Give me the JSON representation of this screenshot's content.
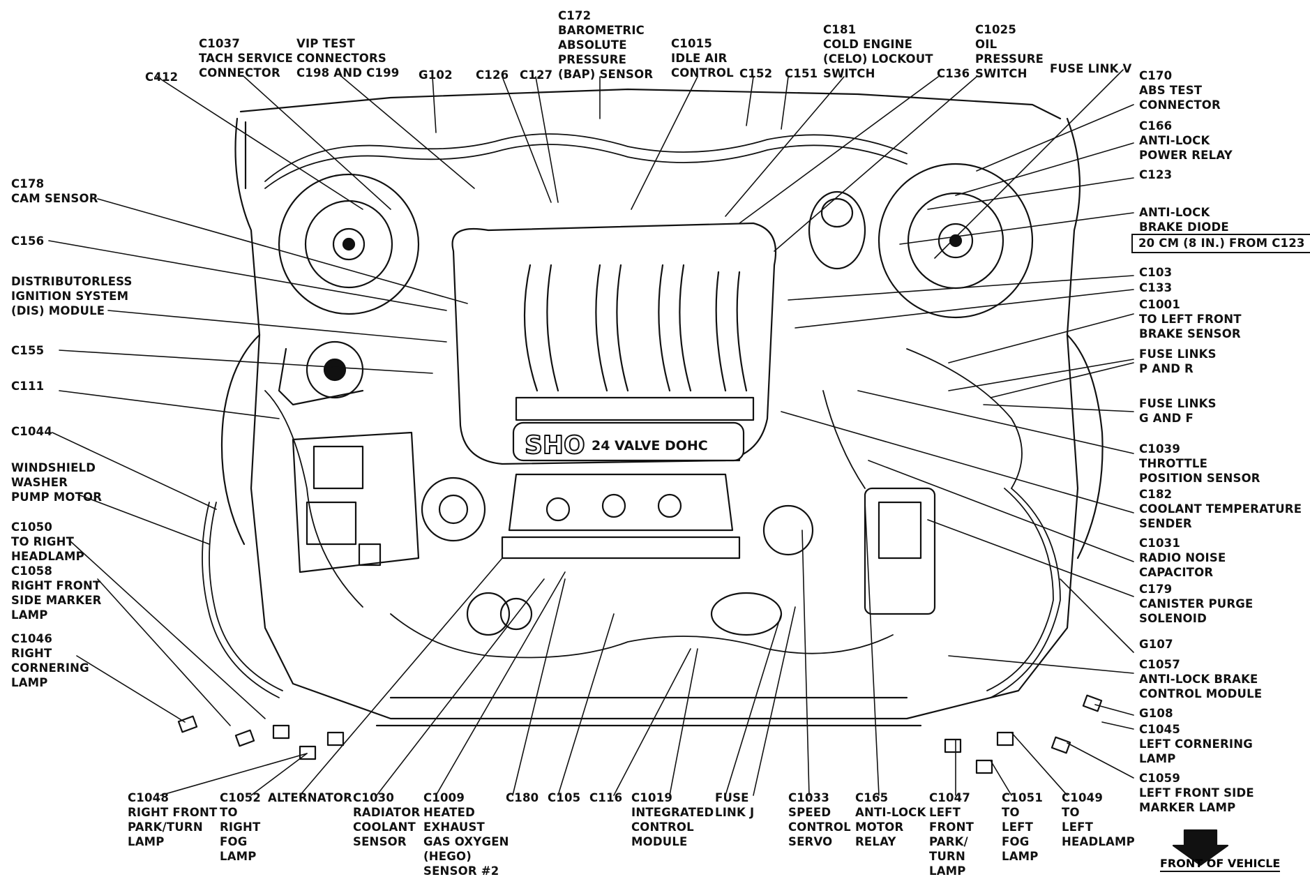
{
  "labels": [
    {
      "id": "c1037",
      "text": "C1037\nTACH SERVICE\nCONNECTOR"
    },
    {
      "id": "vip",
      "text": "VIP TEST\nCONNECTORS\nC198 AND C199"
    },
    {
      "id": "c172",
      "text": "C172\nBAROMETRIC\nABSOLUTE\nPRESSURE\n(BAP) SENSOR"
    },
    {
      "id": "c1015",
      "text": "C1015\nIDLE AIR\nCONTROL"
    },
    {
      "id": "c181",
      "text": "C181\nCOLD ENGINE\n(CELO) LOCKOUT\nSWITCH"
    },
    {
      "id": "c1025",
      "text": "C1025\nOIL\nPRESSURE\nSWITCH"
    },
    {
      "id": "fuselinkv",
      "text": "FUSE LINK V"
    },
    {
      "id": "c170",
      "text": "C170\nABS TEST\nCONNECTOR"
    },
    {
      "id": "c412",
      "text": "C412"
    },
    {
      "id": "g102",
      "text": "G102"
    },
    {
      "id": "c126",
      "text": "C126"
    },
    {
      "id": "c127",
      "text": "C127"
    },
    {
      "id": "c152",
      "text": "C152"
    },
    {
      "id": "c151",
      "text": "C151"
    },
    {
      "id": "c136",
      "text": "C136"
    },
    {
      "id": "c166",
      "text": "C166\nANTI-LOCK\nPOWER RELAY"
    },
    {
      "id": "c123",
      "text": "C123"
    },
    {
      "id": "abdiode",
      "text": "ANTI-LOCK\nBRAKE DIODE"
    },
    {
      "id": "diodeloc",
      "text": "20 CM (8 IN.) FROM C123"
    },
    {
      "id": "c103",
      "text": "C103"
    },
    {
      "id": "c133",
      "text": "C133"
    },
    {
      "id": "c1001",
      "text": "C1001\nTO LEFT FRONT\nBRAKE SENSOR"
    },
    {
      "id": "fusepr",
      "text": "FUSE LINKS\nP AND R"
    },
    {
      "id": "fusegf",
      "text": "FUSE LINKS\nG AND F"
    },
    {
      "id": "c1039",
      "text": "C1039\nTHROTTLE\nPOSITION SENSOR"
    },
    {
      "id": "c182",
      "text": "C182\nCOOLANT TEMPERATURE\nSENDER"
    },
    {
      "id": "c1031",
      "text": "C1031\nRADIO NOISE\nCAPACITOR"
    },
    {
      "id": "c179",
      "text": "C179\nCANISTER PURGE\nSOLENOID"
    },
    {
      "id": "g107",
      "text": "G107"
    },
    {
      "id": "c1057",
      "text": "C1057\nANTI-LOCK BRAKE\nCONTROL MODULE"
    },
    {
      "id": "g108",
      "text": "G108"
    },
    {
      "id": "c1045",
      "text": "C1045\nLEFT CORNERING\nLAMP"
    },
    {
      "id": "c1059",
      "text": "C1059\nLEFT FRONT SIDE\nMARKER LAMP"
    },
    {
      "id": "c178",
      "text": "C178\nCAM SENSOR"
    },
    {
      "id": "c156",
      "text": "C156"
    },
    {
      "id": "dis",
      "text": "DISTRIBUTORLESS\nIGNITION SYSTEM\n(DIS) MODULE"
    },
    {
      "id": "c155",
      "text": "C155"
    },
    {
      "id": "c111",
      "text": "C111"
    },
    {
      "id": "c1044",
      "text": "C1044"
    },
    {
      "id": "washer",
      "text": "WINDSHIELD\nWASHER\nPUMP MOTOR"
    },
    {
      "id": "c1050",
      "text": "C1050\nTO RIGHT\nHEADLAMP"
    },
    {
      "id": "c1058",
      "text": "C1058\nRIGHT FRONT\nSIDE MARKER\nLAMP"
    },
    {
      "id": "c1046",
      "text": "C1046\nRIGHT\nCORNERING\nLAMP"
    },
    {
      "id": "c1048",
      "text": "C1048\nRIGHT FRONT\nPARK/TURN\nLAMP"
    },
    {
      "id": "c1052",
      "text": "C1052\nTO\nRIGHT\nFOG\nLAMP"
    },
    {
      "id": "alternator",
      "text": "ALTERNATOR"
    },
    {
      "id": "c1030",
      "text": "C1030\nRADIATOR\nCOOLANT\nSENSOR"
    },
    {
      "id": "c1009",
      "text": "C1009\nHEATED\nEXHAUST\nGAS OXYGEN\n(HEGO)\nSENSOR #2"
    },
    {
      "id": "c180",
      "text": "C180"
    },
    {
      "id": "c105",
      "text": "C105"
    },
    {
      "id": "c116",
      "text": "C116"
    },
    {
      "id": "c1019",
      "text": "C1019\nINTEGRATED\nCONTROL\nMODULE"
    },
    {
      "id": "fusej",
      "text": "FUSE\nLINK J"
    },
    {
      "id": "c1033",
      "text": "C1033\nSPEED\nCONTROL\nSERVO"
    },
    {
      "id": "c165",
      "text": "C165\nANTI-LOCK\nMOTOR\nRELAY"
    },
    {
      "id": "c1047",
      "text": "C1047\nLEFT\nFRONT\nPARK/\nTURN\nLAMP"
    },
    {
      "id": "c1051",
      "text": "C1051\nTO\nLEFT\nFOG\nLAMP"
    },
    {
      "id": "c1049",
      "text": "C1049\nTO\nLEFT\nHEADLAMP"
    }
  ],
  "engine": {
    "badge_text": "SHO",
    "badge_subtext": "24 VALVE DOHC"
  },
  "direction": {
    "text": "FRONT OF VEHICLE"
  }
}
